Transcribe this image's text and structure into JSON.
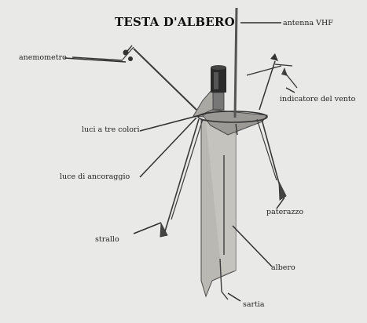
{
  "title": "TESTA D'ALBERO",
  "labels": {
    "antenna": "antenna VHF",
    "anemometer": "anemometro",
    "wind_indicator": "indicatore del vento",
    "tricolor_lights": "luci a tre colori",
    "anchor_light": "luce di ancoraggio",
    "topping_lift": "paterazzo",
    "forestay": "strallo",
    "mast": "albero",
    "shroud": "sartia"
  }
}
